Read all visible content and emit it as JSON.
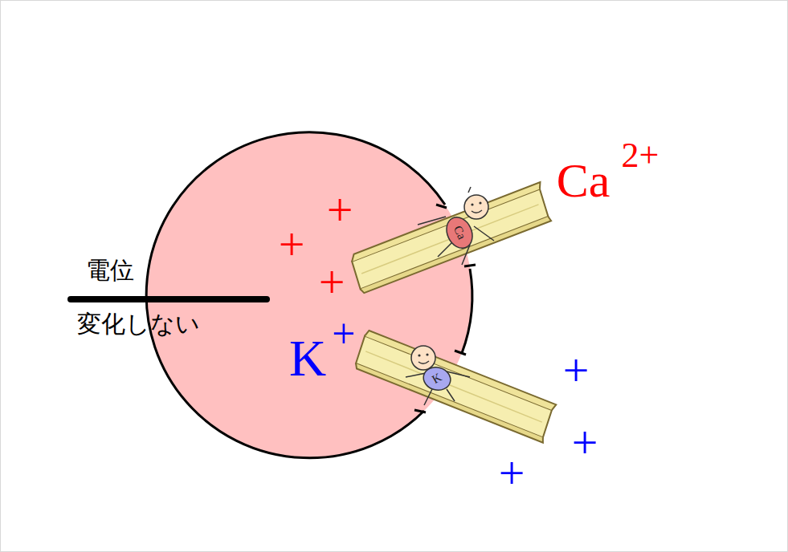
{
  "diagram": {
    "labels": [
      "Ca",
      "2+",
      "K",
      "+",
      "+",
      "+",
      "+",
      "+",
      "+",
      "+",
      "Ca",
      "K",
      "電位",
      "変化しない"
    ]
  }
}
